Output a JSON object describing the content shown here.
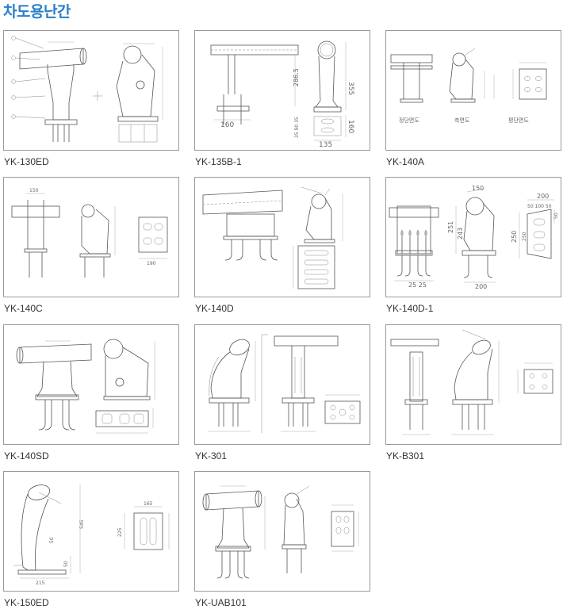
{
  "page": {
    "title": "차도용난간"
  },
  "products": [
    {
      "id": "yk-130ed",
      "caption": "YK-130ED",
      "labels": []
    },
    {
      "id": "yk-135b-1",
      "caption": "YK-135B-1",
      "labels": [
        "286.5",
        "35 90 35",
        "355",
        "160",
        "160",
        "135"
      ]
    },
    {
      "id": "yk-140a",
      "caption": "YK-140A",
      "labels": [
        "정단면도",
        "측면도",
        "평단면도"
      ]
    },
    {
      "id": "yk-140c",
      "caption": "YK-140C",
      "labels": [
        "150",
        "190"
      ]
    },
    {
      "id": "yk-140d",
      "caption": "YK-140D",
      "labels": []
    },
    {
      "id": "yk-140d-1",
      "caption": "YK-140D-1",
      "labels": [
        "150",
        "251",
        "243",
        "250",
        "200",
        "200",
        "50 100 50",
        "50",
        "250",
        "25 25"
      ]
    },
    {
      "id": "yk-140sd",
      "caption": "YK-140SD",
      "labels": []
    },
    {
      "id": "yk-301",
      "caption": "YK-301",
      "labels": []
    },
    {
      "id": "yk-b301",
      "caption": "YK-B301",
      "labels": []
    },
    {
      "id": "yk-150ed",
      "caption": "YK-150ED",
      "labels": [
        "165",
        "225",
        "545",
        "215",
        "50",
        "50"
      ]
    },
    {
      "id": "yk-uab101",
      "caption": "YK-UAB101",
      "labels": []
    }
  ]
}
